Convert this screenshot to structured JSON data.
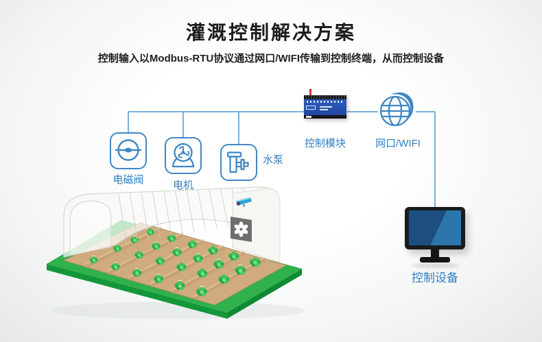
{
  "page": {
    "title": "灌溉控制解决方案",
    "subtitle": "控制输入以Modbus-RTU协议通过网口/WIFI传输到控制终端，从而控制设备"
  },
  "colors": {
    "accent_blue": "#3e87c6",
    "label_blue": "#2e7ec3",
    "line_blue": "#4e97cf",
    "title_black": "#1c1c1c",
    "platform_green": "#2fb14c",
    "soil_tan": "#cfab7e",
    "screen_blue": "#1c4f80",
    "module_blue": "#2a55b4",
    "antenna_red": "#d43c2a"
  },
  "diagram": {
    "devices": [
      {
        "id": "valve",
        "label": "电磁阀",
        "icon": "solenoid-valve-icon"
      },
      {
        "id": "motor",
        "label": "电机",
        "icon": "motor-icon"
      },
      {
        "id": "pump",
        "label": "水泵",
        "icon": "water-pump-icon"
      },
      {
        "id": "module",
        "label": "控制模块",
        "icon": "control-module-device"
      },
      {
        "id": "network",
        "label": "网口/WIFI",
        "icon": "globe-icon"
      },
      {
        "id": "terminal",
        "label": "控制设备",
        "icon": "monitor-icon"
      }
    ],
    "scene": {
      "name": "greenhouse-illustration"
    }
  }
}
